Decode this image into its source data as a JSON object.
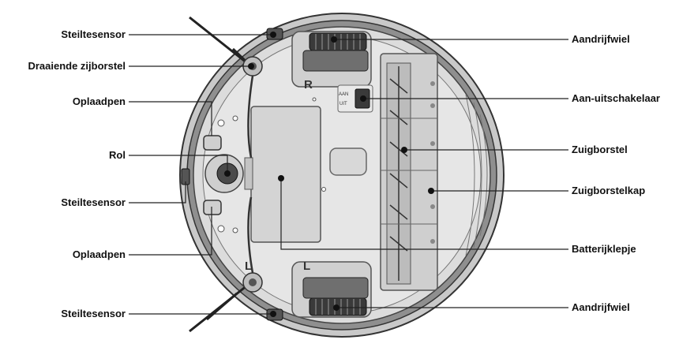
{
  "labels": {
    "left": {
      "steiltesensor_top": "Steiltesensor",
      "draaiende_zijborstel": "Draaiende zijborstel",
      "oplaadpen_top": "Oplaadpen",
      "rol": "Rol",
      "steiltesensor_mid": "Steiltesensor",
      "oplaadpen_bottom": "Oplaadpen",
      "steiltesensor_bottom": "Steiltesensor"
    },
    "right": {
      "aandrijfwiel_top": "Aandrijfwiel",
      "aan_uitschakelaar": "Aan-uitschakelaar",
      "zuigborstel": "Zuigborstel",
      "zuigborstelkap": "Zuigborstelkap",
      "batterijklepje": "Batterijklepje",
      "aandrijfwiel_bottom": "Aandrijfwiel"
    }
  },
  "markings": {
    "wheel_right": "R",
    "wheel_left_1": "L",
    "wheel_left_2": "L",
    "switch_on": "AAN",
    "switch_off": "UIT"
  },
  "colors": {
    "body_fill": "#d9d9d9",
    "body_dark": "#8a8a8a",
    "line": "#222222",
    "wheel": "#3a3a3a"
  }
}
